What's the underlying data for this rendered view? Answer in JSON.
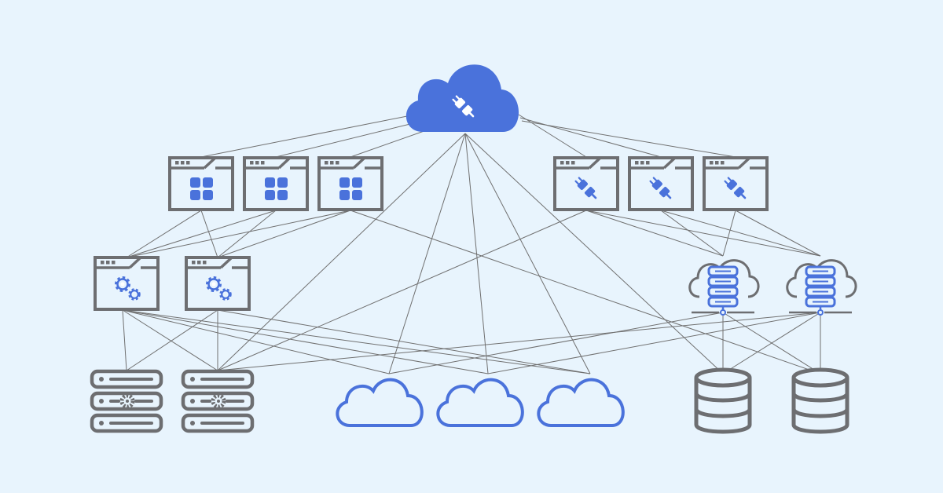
{
  "colors": {
    "background": "#e8f4fd",
    "accent": "#4a72db",
    "icon_gray": "#6d6e71",
    "line": "#707070"
  },
  "nodes": [
    {
      "id": "hub",
      "name": "central-integration-cloud",
      "icon": "cloud-plug-icon"
    },
    {
      "id": "app1",
      "name": "app-window-1",
      "icon": "app-grid-window-icon"
    },
    {
      "id": "app2",
      "name": "app-window-2",
      "icon": "app-grid-window-icon"
    },
    {
      "id": "app3",
      "name": "app-window-3",
      "icon": "app-grid-window-icon"
    },
    {
      "id": "plug1",
      "name": "plug-window-1",
      "icon": "plug-window-icon"
    },
    {
      "id": "plug2",
      "name": "plug-window-2",
      "icon": "plug-window-icon"
    },
    {
      "id": "plug3",
      "name": "plug-window-3",
      "icon": "plug-window-icon"
    },
    {
      "id": "gear1",
      "name": "settings-window-1",
      "icon": "gears-window-icon"
    },
    {
      "id": "gear2",
      "name": "settings-window-2",
      "icon": "gears-window-icon"
    },
    {
      "id": "srvc1",
      "name": "cloud-server-1",
      "icon": "cloud-server-icon"
    },
    {
      "id": "srvc2",
      "name": "cloud-server-2",
      "icon": "cloud-server-icon"
    },
    {
      "id": "rack1",
      "name": "server-rack-1",
      "icon": "server-rack-gear-icon"
    },
    {
      "id": "rack2",
      "name": "server-rack-2",
      "icon": "server-rack-gear-icon"
    },
    {
      "id": "cloud1",
      "name": "cloud-outline-1",
      "icon": "cloud-outline-icon"
    },
    {
      "id": "cloud2",
      "name": "cloud-outline-2",
      "icon": "cloud-outline-icon"
    },
    {
      "id": "cloud3",
      "name": "cloud-outline-3",
      "icon": "cloud-outline-icon"
    },
    {
      "id": "db1",
      "name": "database-1",
      "icon": "database-icon"
    },
    {
      "id": "db2",
      "name": "database-2",
      "icon": "database-icon"
    }
  ],
  "edges": [
    [
      "hub",
      "app1"
    ],
    [
      "hub",
      "app2"
    ],
    [
      "hub",
      "app3"
    ],
    [
      "hub",
      "plug1"
    ],
    [
      "hub",
      "plug2"
    ],
    [
      "hub",
      "plug3"
    ],
    [
      "hub",
      "rack2"
    ],
    [
      "hub",
      "cloud1"
    ],
    [
      "hub",
      "cloud2"
    ],
    [
      "hub",
      "cloud3"
    ],
    [
      "hub",
      "db1"
    ],
    [
      "app1",
      "gear1"
    ],
    [
      "app1",
      "gear2"
    ],
    [
      "app2",
      "gear1"
    ],
    [
      "app2",
      "gear2"
    ],
    [
      "app3",
      "gear1"
    ],
    [
      "app3",
      "gear2"
    ],
    [
      "app3",
      "db2"
    ],
    [
      "plug1",
      "rack2"
    ],
    [
      "plug1",
      "srvc1"
    ],
    [
      "plug1",
      "srvc2"
    ],
    [
      "plug2",
      "srvc1"
    ],
    [
      "plug2",
      "srvc2"
    ],
    [
      "plug3",
      "srvc1"
    ],
    [
      "plug3",
      "srvc2"
    ],
    [
      "gear1",
      "rack1"
    ],
    [
      "gear1",
      "rack2"
    ],
    [
      "gear1",
      "cloud1"
    ],
    [
      "gear1",
      "cloud2"
    ],
    [
      "gear1",
      "cloud3"
    ],
    [
      "gear2",
      "rack1"
    ],
    [
      "gear2",
      "rack2"
    ],
    [
      "gear2",
      "cloud3"
    ],
    [
      "srvc1",
      "cloud1"
    ],
    [
      "srvc1",
      "db1"
    ],
    [
      "srvc1",
      "db2"
    ],
    [
      "srvc2",
      "rack2"
    ],
    [
      "srvc2",
      "cloud2"
    ],
    [
      "srvc2",
      "db1"
    ],
    [
      "srvc2",
      "db2"
    ]
  ]
}
